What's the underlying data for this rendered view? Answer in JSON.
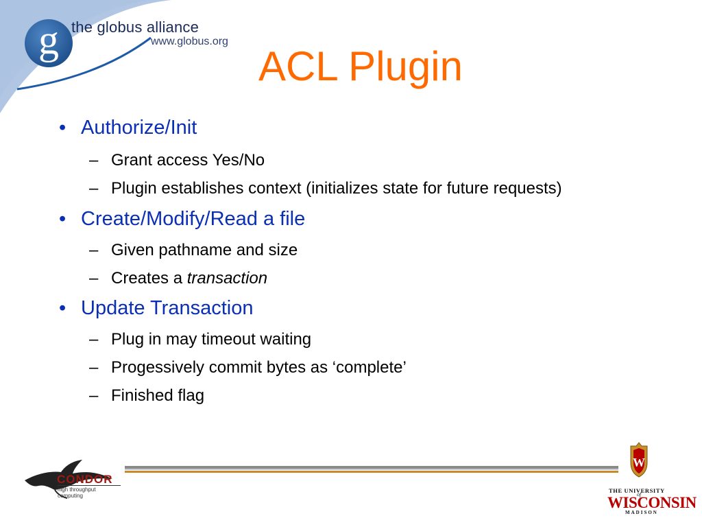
{
  "header": {
    "logo_name": "the globus alliance",
    "logo_url": "www.globus.org",
    "logo_letter": "g"
  },
  "slide": {
    "title": "ACL Plugin",
    "bullet_symbol": "•",
    "sub_symbol": "–",
    "sections": [
      {
        "heading": "Authorize/Init",
        "items": [
          "Grant access Yes/No",
          "Plugin establishes context (initializes state for future requests)"
        ]
      },
      {
        "heading": "Create/Modify/Read a file",
        "items": [
          "Given pathname and size",
          "Creates a "
        ],
        "emphasis": "transaction"
      },
      {
        "heading": "Update Transaction",
        "items": [
          "Plug in may timeout waiting",
          "Progessively commit bytes as ‘complete’",
          "Finished flag"
        ]
      }
    ]
  },
  "footer": {
    "condor_name": "CONDOR",
    "condor_tagline": "high throughput computing",
    "uw_line1": "THE UNIVERSITY",
    "uw_of": "of",
    "uw_line2": "WISCONSIN",
    "uw_line3": "MADISON",
    "uw_crest_letter": "W"
  },
  "colors": {
    "title": "#ff6a00",
    "bullet": "#0a2fb4",
    "sub": "#000000",
    "globus_blue": "#1d5aa8",
    "uw_red": "#b70101",
    "condor_red": "#9a1a14"
  }
}
